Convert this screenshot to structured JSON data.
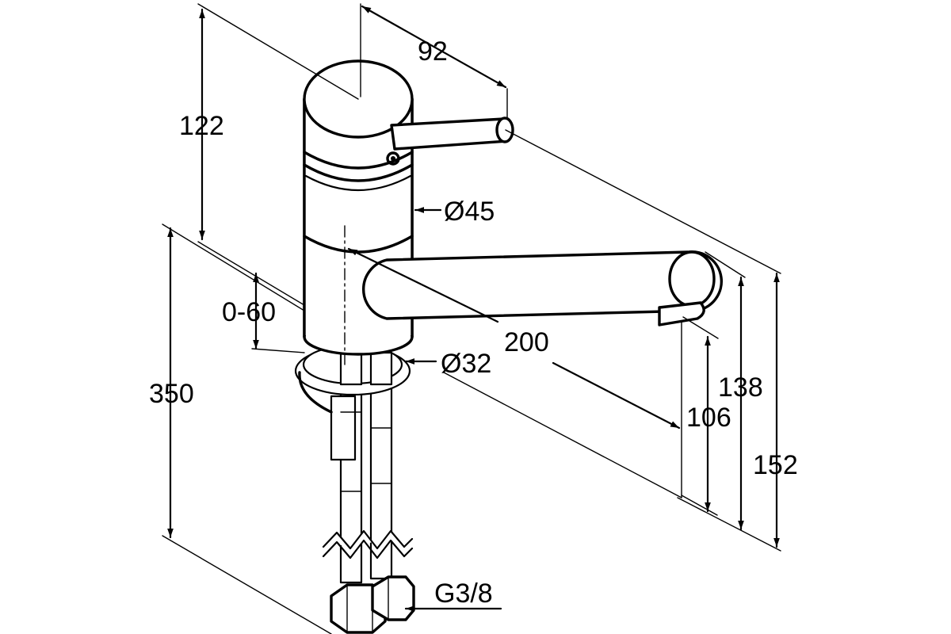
{
  "dimensions": {
    "handle_reach": "92",
    "body_height": "122",
    "body_diameter": "Ø45",
    "swivel_range": "0-60",
    "spout_length": "200",
    "base_diameter": "Ø32",
    "hose_length": "350",
    "outlet_height": "106",
    "spout_top_height": "138",
    "total_height": "152",
    "connection_thread": "G3/8"
  },
  "colors": {
    "line": "#000000",
    "background": "#ffffff"
  }
}
